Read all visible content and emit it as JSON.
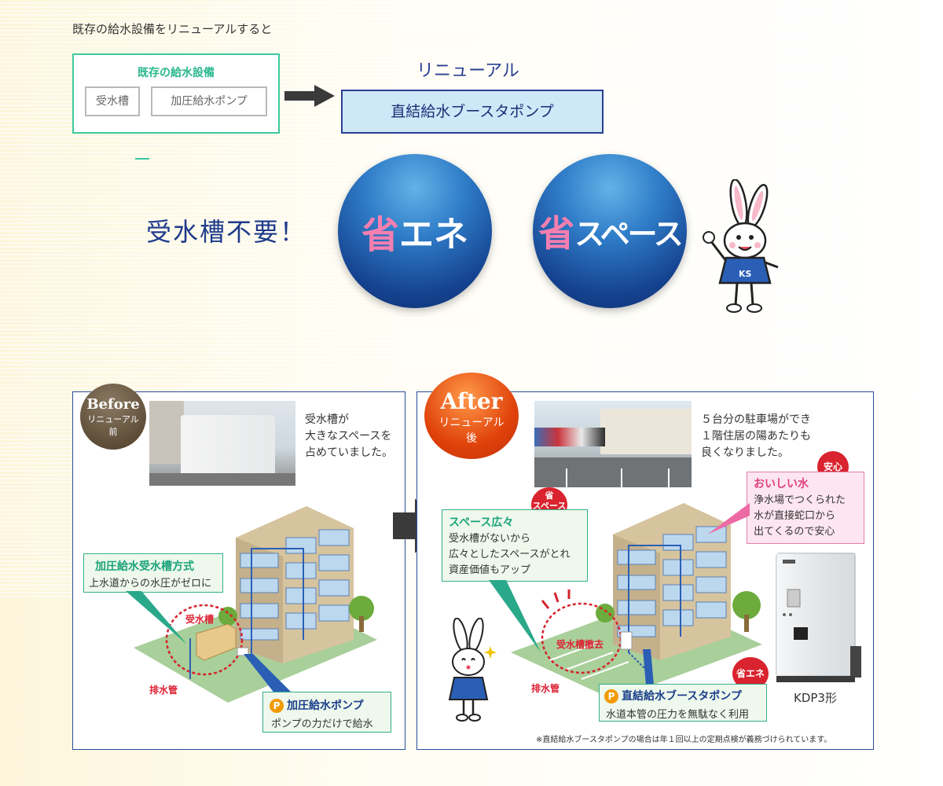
{
  "intro": "既存の給水設備をリニューアルすると",
  "existing": {
    "title": "既存の給水設備",
    "tank": "受水槽",
    "pump": "加圧給水ポンプ"
  },
  "renewal_label": "リニューアル",
  "new_system": "直結給水ブースタポンプ",
  "no_tank_needed": "受水槽不要！",
  "benefits": [
    {
      "prefix": "省",
      "rest": "エネ"
    },
    {
      "prefix": "省",
      "rest": "スペース"
    }
  ],
  "mascot_logo": "KS",
  "before": {
    "badge_main": "Before",
    "badge_sub": "リニューアル",
    "badge_sub2": "前",
    "photo_caption": "受水槽が\n大きなスペースを\n占めていました。",
    "method_title": "加圧給水受水槽方式",
    "method_desc": "上水道からの水圧がゼロに",
    "tank_label": "受水槽",
    "drain_label": "排水管",
    "pump_title": "加圧給水ポンプ",
    "pump_desc": "ポンプの力だけで給水",
    "p_icon": "P"
  },
  "after": {
    "badge_main": "After",
    "badge_sub": "リニューアル",
    "badge_sub2": "後",
    "photo_caption": "５台分の駐車場ができ\n１階住居の陽あたりも\n良くなりました。",
    "space_badge_top": "省",
    "space_badge_bottom": "スペース",
    "space_title": "スペース広々",
    "space_desc": "受水槽がないから\n広々としたスペースがとれ\n資産価値もアップ",
    "removed_label": "受水槽撤去",
    "drain_label": "排水管",
    "safe_badge": "安心",
    "water_title": "おいしい水",
    "water_desc": "浄水場でつくられた\n水が直接蛇口から\n出てくるので安心",
    "energy_badge": "省エネ",
    "pump_title": "直結給水ブースタポンプ",
    "pump_desc": "水道本管の圧力を無駄なく利用",
    "p_icon": "P",
    "product_model": "KDP3形",
    "footnote": "※直結給水ブースタポンプの場合は年１回以上の定期点検が義務づけられています。"
  },
  "colors": {
    "teal": "#3cc8a0",
    "navy": "#2a3f91",
    "pink": "#f57fb0",
    "orange_badge": "#f05a14",
    "brown_badge": "#5b4a35"
  }
}
